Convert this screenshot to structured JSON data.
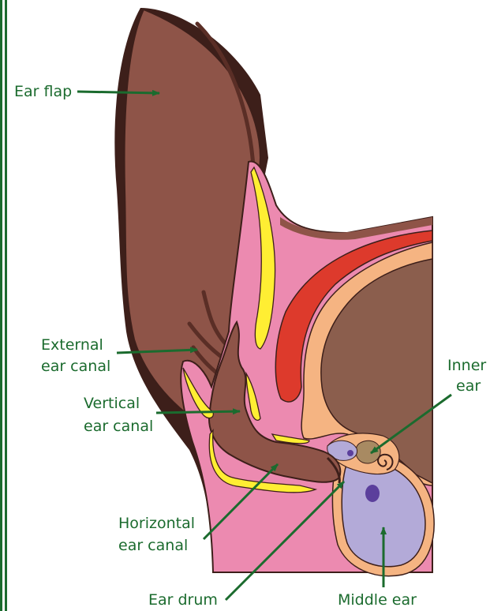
{
  "labels": {
    "ear_flap": "Ear flap",
    "external_line1": "External",
    "external_line2": "ear canal",
    "vertical_line1": "Vertical",
    "vertical_line2": "ear canal",
    "horizontal_line1": "Horizontal",
    "horizontal_line2": "ear canal",
    "ear_drum": "Ear drum",
    "inner_line1": "Inner",
    "inner_line2": "ear",
    "middle_ear": "Middle ear"
  },
  "colors": {
    "border": "#1b6b2e",
    "label": "#1b6b2e",
    "pointer": "#1b6b2e",
    "ear_flap": "#8e5448",
    "ear_flap_dark": "#3d1f1a",
    "skin_pink": "#ec8ab0",
    "cartilage_yellow": "#ffee33",
    "skull_orange": "#f5b482",
    "muscle_red": "#dd3a2c",
    "brain_brown": "#8b5e4d",
    "middle_ear_purple": "#b3aad8",
    "ossicle_purple": "#5b3f9c",
    "inner_ear_tan": "#a88a62"
  }
}
